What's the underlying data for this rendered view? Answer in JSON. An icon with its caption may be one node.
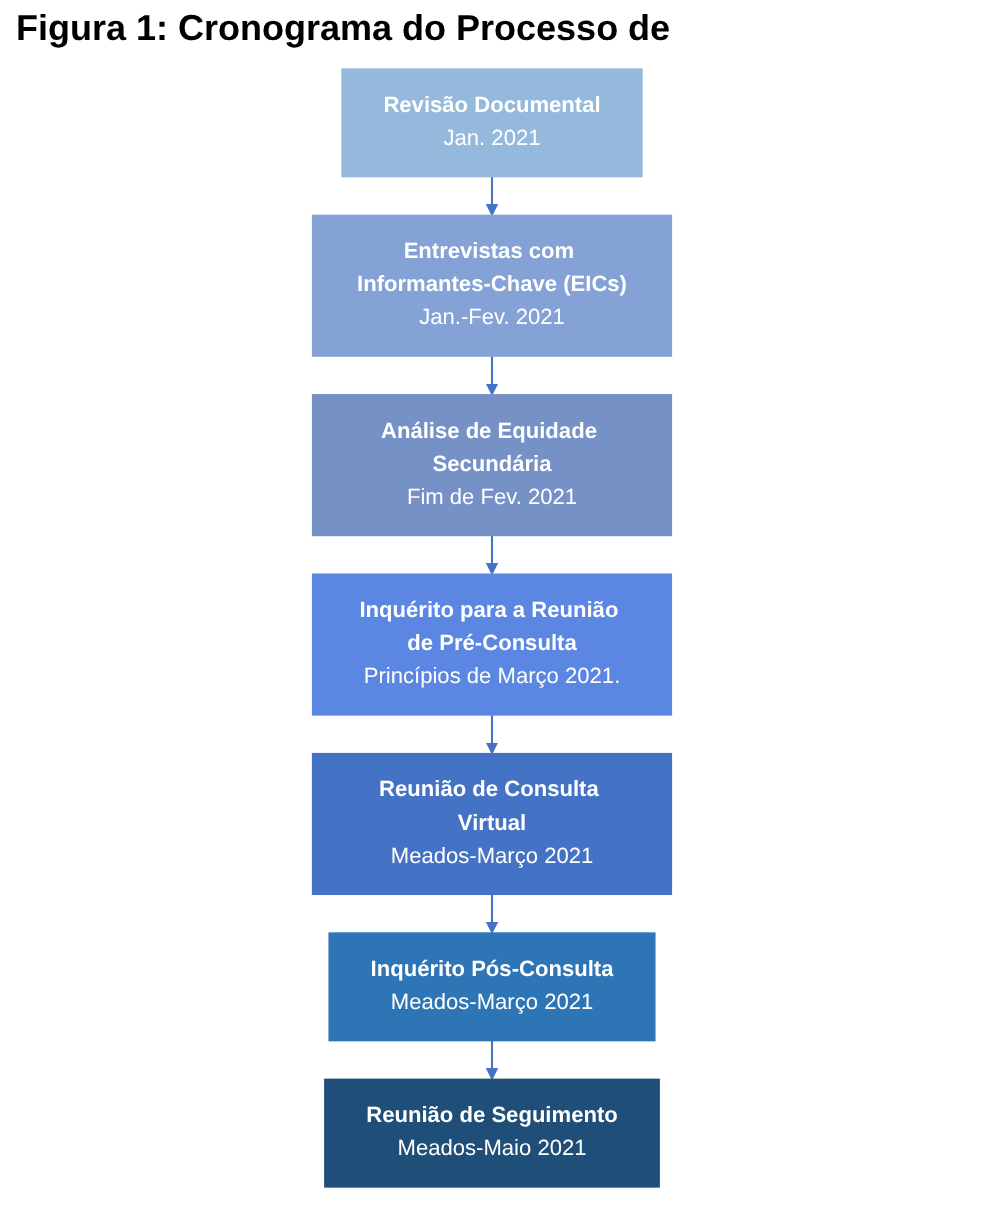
{
  "diagram": {
    "title": "Figura 1: Cronograma do Processo de",
    "nodes": [
      {
        "text": [
          "Revisão Documental",
          "Jan. 2021"
        ]
      },
      {
        "text": [
          "Entrevistas com Informantes-Chave (EICs)",
          "Jan.-Fev. 2021"
        ]
      },
      {
        "text": [
          "Análise de Equidade Secundária",
          "Fim de Fev. 2021"
        ]
      },
      {
        "text": [
          "Inquérito para a Reunião de Pré-Consulta",
          "Princípios de Março 2021."
        ]
      },
      {
        "text": [
          "Reunião de Consulta Virtual",
          "Meados-Março 2021"
        ]
      },
      {
        "text": [
          "Inquérito Pós-Consulta",
          "Meados-Março 2021"
        ]
      },
      {
        "text": [
          "Reunião de Seguimento",
          "Meados-Maio 2021"
        ]
      }
    ],
    "edges": [
      {
        "from": 0,
        "to": 1,
        "arrow": "to"
      },
      {
        "from": 1,
        "to": 2,
        "arrow": "to"
      },
      {
        "from": 2,
        "to": 3,
        "arrow": "to"
      },
      {
        "from": 3,
        "to": 4,
        "arrow": "to"
      },
      {
        "from": 4,
        "to": 5,
        "arrow": "to"
      },
      {
        "from": 5,
        "to": 6,
        "arrow": "to"
      }
    ]
  }
}
